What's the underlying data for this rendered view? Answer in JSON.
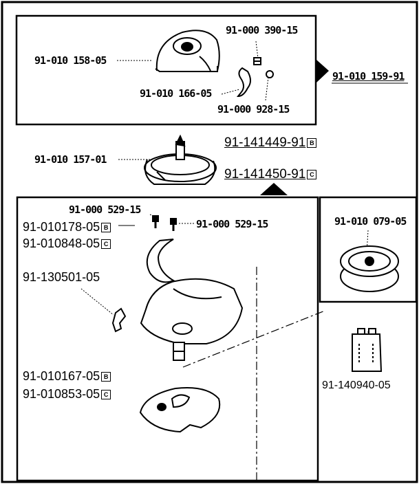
{
  "parts": {
    "p_158_05": "91-010 158-05",
    "p_390_15": "91-000 390-15",
    "p_159_91": "91-010 159-91",
    "p_166_05": "91-010 166-05",
    "p_928_15": "91-000 928-15",
    "p_157_01": "91-010 157-01",
    "p_141449": "91-141449-91",
    "p_141450": "91-141450-91",
    "p_529_15_a": "91-000 529-15",
    "p_529_15_b": "91-000 529-15",
    "p_178_05": "91-010178-05",
    "p_848_05": "91-010848-05",
    "p_130501": "91-130501-05",
    "p_167_05": "91-010167-05",
    "p_853_05": "91-010853-05",
    "p_079_05": "91-010 079-05",
    "p_140940": "91-140940-05"
  },
  "codes": {
    "b": "B",
    "c": "C"
  }
}
